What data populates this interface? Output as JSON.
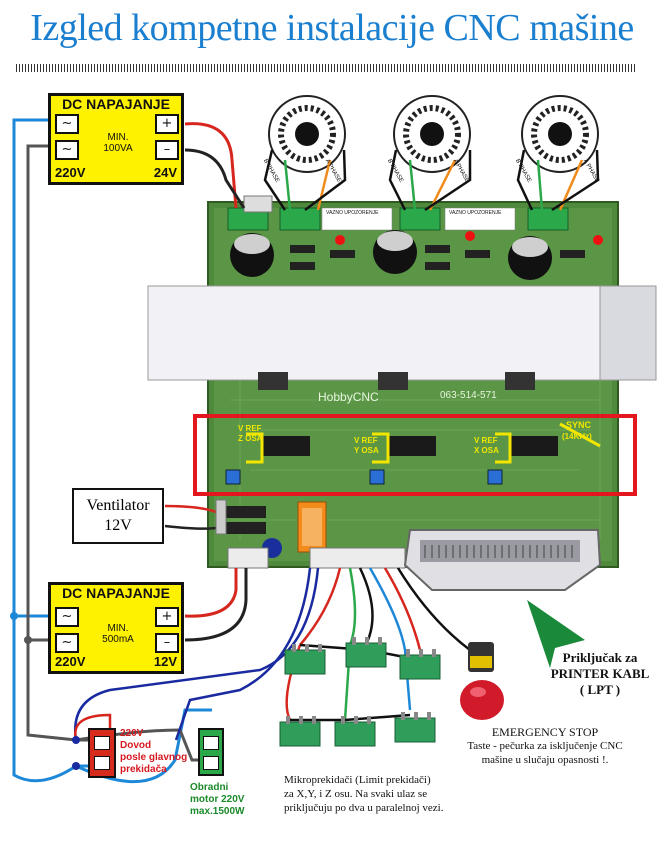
{
  "title": "Izgled kompetne instalacije CNC mašine",
  "psu_top": {
    "header": "DC NAPAJANJE",
    "min": "MIN.\n100VA",
    "ac_in": "220V",
    "dc_out": "24V",
    "plus": "+",
    "minus": "–",
    "tilde": "~"
  },
  "psu_bottom": {
    "header": "DC NAPAJANJE",
    "min": "MIN.\n500mA",
    "ac_in": "220V",
    "dc_out": "12V",
    "plus": "+",
    "minus": "–",
    "tilde": "~"
  },
  "fan": {
    "line1": "Ventilator",
    "line2": "12V"
  },
  "board": {
    "brand": "HobbyCNC",
    "phone": "063-514-571",
    "vref_z": "V REF",
    "osa_z": "Z OSA",
    "vref_y": "V REF",
    "osa_y": "Y OSA",
    "vref_x": "V REF",
    "osa_x": "X OSA",
    "sync": "SYNC",
    "sync_freq": "(14KHz)",
    "phase_a": "A PHASE",
    "phase_b": "B PHASE",
    "warning": "VAZNO UPOZORENJE"
  },
  "mains_switch": {
    "line1": "220V",
    "line2": "Dovod",
    "line3": "posle glavnog",
    "line4": "prekidača"
  },
  "spindle": {
    "line1": "Obradni",
    "line2": "motor 220V",
    "line3": "max.1500W"
  },
  "limit_switches": {
    "line1": "Mikroprekidači (Limit prekidači)",
    "line2": "za X,Y, i Z osu. Na svaki ulaz se",
    "line3": "priključuju po dva u paralelnoj vezi."
  },
  "emergency": {
    "line1": "EMERGENCY STOP",
    "line2": "Taste - pečurka za isključenje CNC",
    "line3": "mašine u slučaju opasnosti !."
  },
  "printer": {
    "line1": "Priključak za",
    "line2": "PRINTER KABL",
    "line3": "( LPT )"
  },
  "colors": {
    "title": "#1b7fd0",
    "psu": "#fff200",
    "highlight": "#e4161e",
    "pcb": "#4f8a3c",
    "wire_blue": "#1e88d8",
    "wire_red": "#d7261e"
  }
}
